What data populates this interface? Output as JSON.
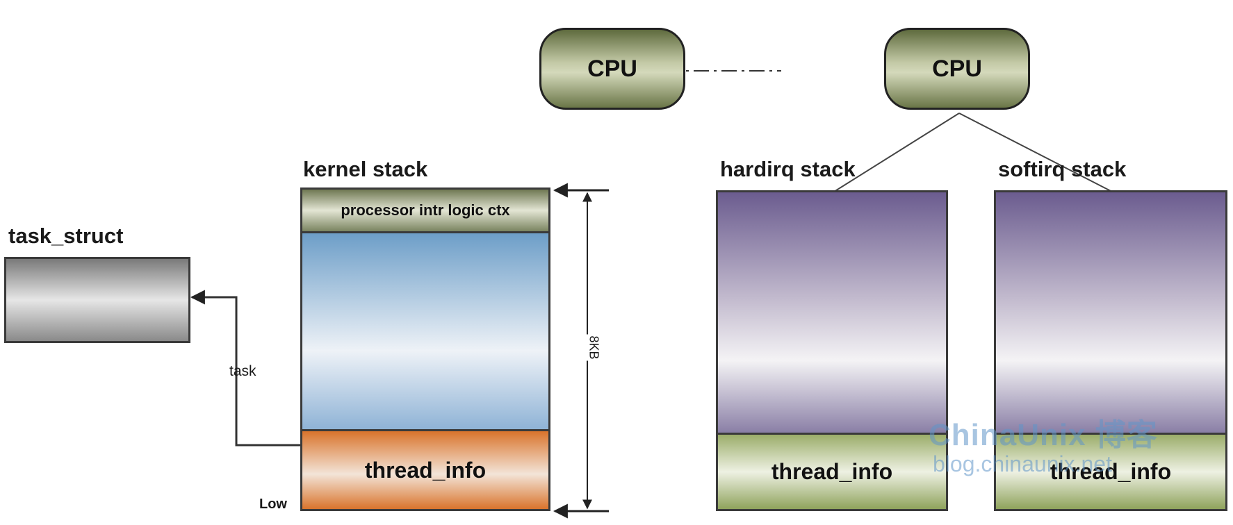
{
  "cpus": [
    "CPU",
    "CPU"
  ],
  "stacks": {
    "kernel": {
      "title": "kernel stack",
      "context_label": "processor intr logic ctx",
      "bottom_label": "thread_info",
      "low_label": "Low",
      "size_label": "8KB"
    },
    "hardirq": {
      "title": "hardirq stack",
      "bottom_label": "thread_info"
    },
    "softirq": {
      "title": "softirq stack",
      "bottom_label": "thread_info"
    }
  },
  "task_struct": {
    "title": "task_struct",
    "pointer_label": "task"
  },
  "watermark": {
    "brand": "ChinaUnix 博客",
    "url": "blog.chinaunix.net"
  }
}
